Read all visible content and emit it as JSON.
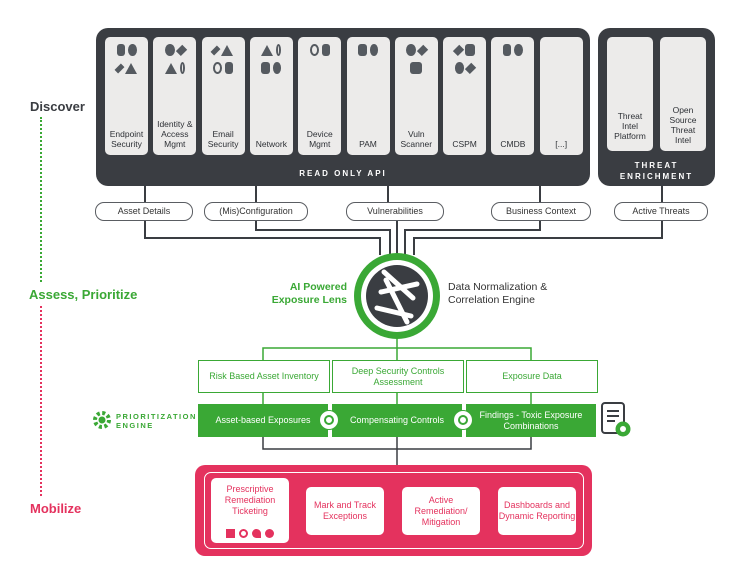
{
  "stages": {
    "discover": "Discover",
    "assess": "Assess, Prioritize",
    "mobilize": "Mobilize"
  },
  "sources": [
    {
      "label": "Endpoint Security",
      "icons": [
        "shield-logo",
        "diamond-logo",
        "circle-logo",
        "chevron-logo"
      ]
    },
    {
      "label": "Identity & Access Mgmt",
      "icons": [
        "sun-logo",
        "people-logo",
        "g-logo",
        "a-logo"
      ]
    },
    {
      "label": "Email Security",
      "icons": [
        "p-logo",
        "m-logo",
        "hexagon-logo",
        "kc-logo"
      ]
    },
    {
      "label": "Network",
      "icons": [
        "hex-node-logo",
        "swirl-logo",
        "diamond-grid-logo",
        "cloud-logo"
      ]
    },
    {
      "label": "Device Mgmt",
      "icons": [
        "square-logo",
        "bee-logo"
      ]
    },
    {
      "label": "PAM",
      "icons": [
        "d-logo",
        "hexagon-outline-logo"
      ]
    },
    {
      "label": "Vuln Scanner",
      "icons": [
        "ring-logo",
        "seven-logo",
        "q-logo"
      ]
    },
    {
      "label": "CSPM",
      "icons": [
        "star-logo",
        "wiz-logo",
        "chevron-logo",
        "lock-logo"
      ]
    },
    {
      "label": "CMDB",
      "icons": [
        "drop-logo",
        "o-logo"
      ]
    },
    {
      "label": "[...]",
      "icons": []
    }
  ],
  "api_bar": "READ ONLY API",
  "threat": {
    "cards": [
      "Threat Intel Platform",
      "Open Source Threat Intel"
    ],
    "title": "THREAT ENRICHMENT"
  },
  "pills": [
    "Asset Details",
    "(Mis)Configuration",
    "Vulnerabilities",
    "Business Context",
    "Active Threats"
  ],
  "engine": {
    "lens": "AI Powered Exposure Lens",
    "normalization": "Data Normalization & Correlation Engine"
  },
  "outputs": [
    "Risk Based Asset Inventory",
    "Deep Security Controls Assessment",
    "Exposure Data"
  ],
  "prioritization": {
    "label": "PRIORITIZATION ENGINE",
    "items": [
      "Asset-based Exposures",
      "Compensating Controls",
      "Findings - Toxic Exposure Combinations"
    ]
  },
  "mobilize": [
    "Prescriptive Remediation Ticketing",
    "Mark and Track Exceptions",
    "Active Remediation/ Mitigation",
    "Dashboards and Dynamic Reporting"
  ],
  "colors": {
    "dark": "#3a3d42",
    "green": "#3aa835",
    "pink": "#e4325e"
  }
}
